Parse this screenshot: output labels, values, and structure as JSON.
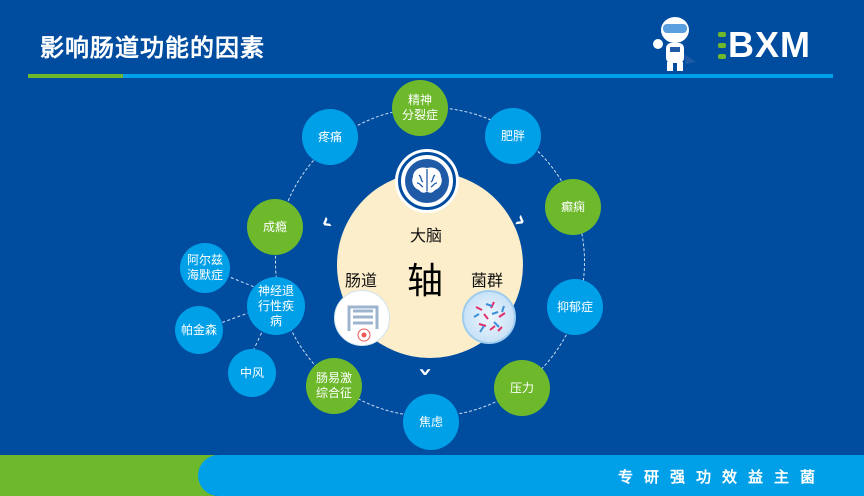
{
  "header": {
    "title": "影响肠道功能的因素",
    "logo_text": "BXM",
    "colors": {
      "accent_green": "#6eb92b",
      "accent_blue": "#00a0e9",
      "background": "#004da0"
    }
  },
  "center": {
    "top": "大脑",
    "left": "肠道",
    "middle": "轴",
    "right": "菌群",
    "icons": [
      "brain-icon",
      "intestine-icon",
      "bacteria-icon"
    ]
  },
  "factors": [
    {
      "label": "精神\n分裂症",
      "color": "green"
    },
    {
      "label": "疼痛",
      "color": "blue"
    },
    {
      "label": "肥胖",
      "color": "blue"
    },
    {
      "label": "癫痫",
      "color": "green"
    },
    {
      "label": "成瘾",
      "color": "green"
    },
    {
      "label": "抑郁症",
      "color": "blue"
    },
    {
      "label": "压力",
      "color": "green"
    },
    {
      "label": "焦虑",
      "color": "blue"
    },
    {
      "label": "肠易激\n综合征",
      "color": "green"
    },
    {
      "label": "神经退\n行性疾\n病",
      "color": "blue"
    }
  ],
  "neuro_sub": [
    {
      "label": "阿尔兹\n海默症"
    },
    {
      "label": "帕金森"
    },
    {
      "label": "中风"
    }
  ],
  "footer": {
    "slogan": "专研强功效益主菌"
  }
}
